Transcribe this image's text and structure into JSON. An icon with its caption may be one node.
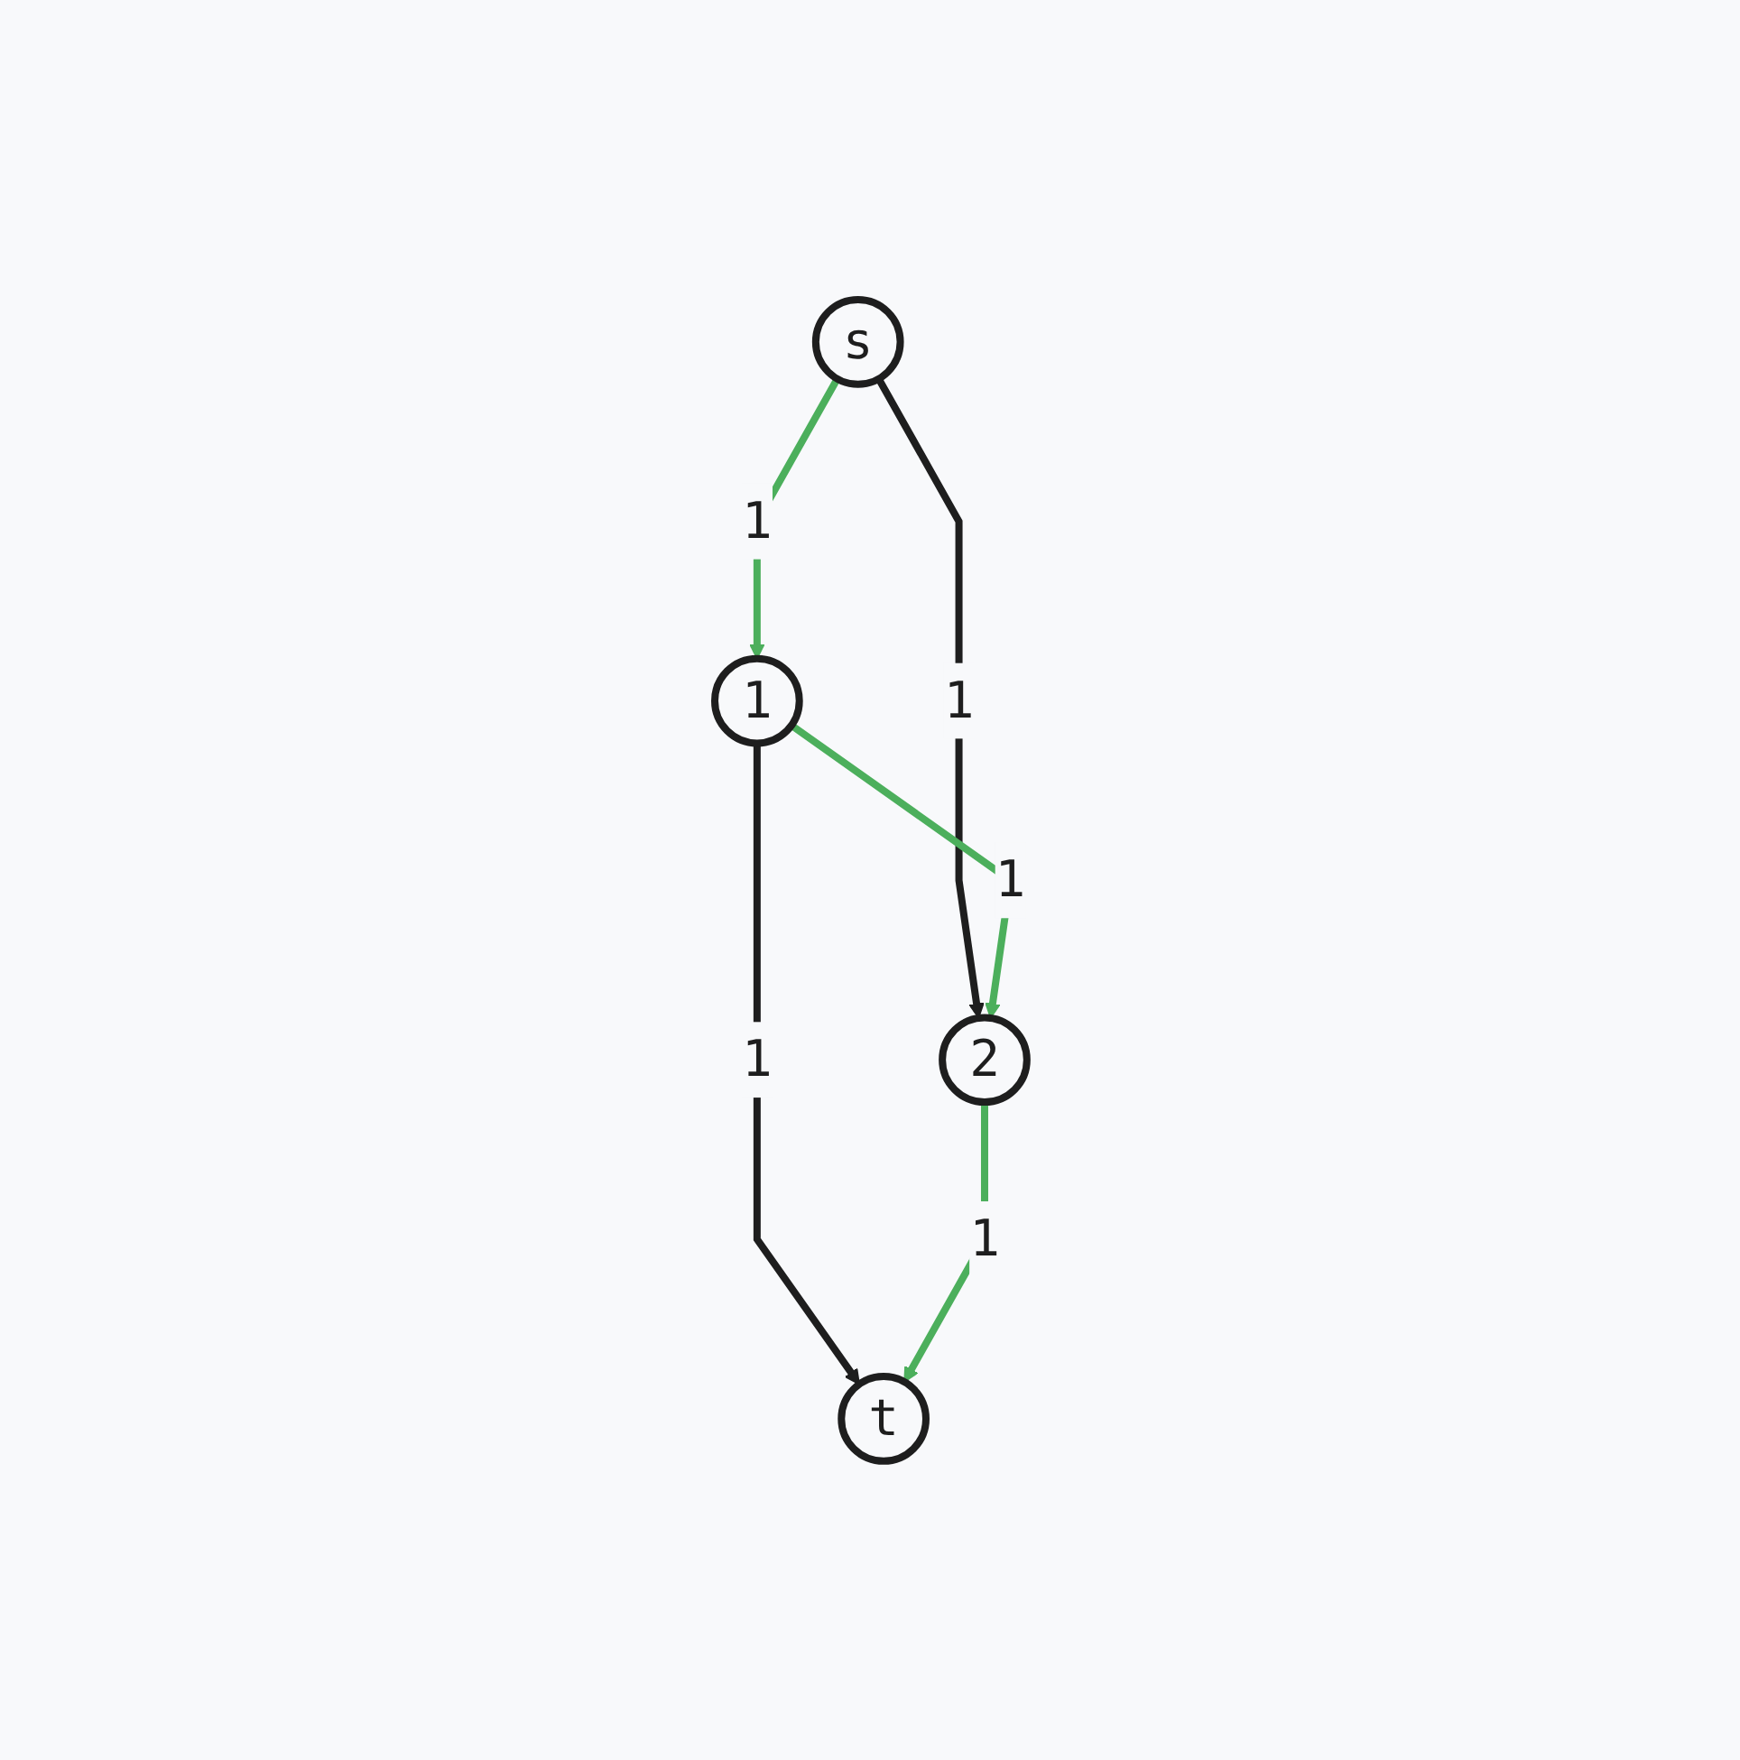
{
  "diagram": {
    "nodes": [
      {
        "text": [
          "s"
        ]
      },
      {
        "text": [
          "1"
        ]
      },
      {
        "text": [
          "2"
        ]
      },
      {
        "text": [
          "t"
        ]
      }
    ],
    "edges": [
      {
        "from": 0,
        "to": 1,
        "arrow": "to",
        "label": "1"
      },
      {
        "from": 0,
        "to": 2,
        "arrow": "to",
        "label": "1",
        "color": "#1e1e1e"
      },
      {
        "from": 1,
        "to": 2,
        "arrow": "to",
        "label": "1"
      },
      {
        "from": 1,
        "to": 3,
        "arrow": "to",
        "label": "1",
        "color": "#1e1e1e"
      },
      {
        "from": 2,
        "to": 3,
        "arrow": "to",
        "label": "1"
      }
    ]
  }
}
